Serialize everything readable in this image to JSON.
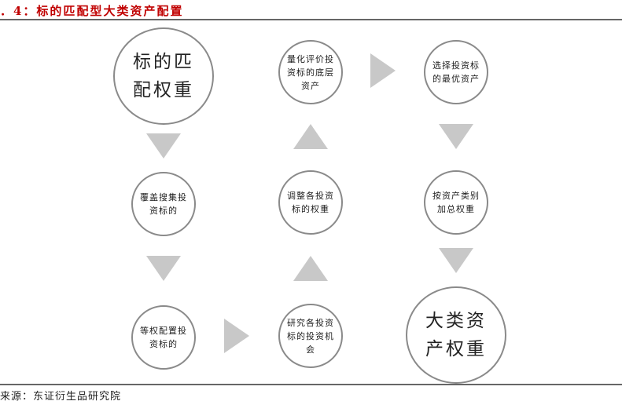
{
  "title": "．4：标的匹配型大类资产配置",
  "nodes": {
    "start": "标的匹配权重",
    "cover": "覆盖搜集投资标的",
    "equal": "等权配置投资标的",
    "research": "研究各投资标的投资机会",
    "adjust": "调整各投资标的权重",
    "evaluate": "量化评价投资标的底层资产",
    "select": "选择投资标的最优资产",
    "aggregate": "按资产类别加总权重",
    "end": "大类资产权重"
  },
  "source": "来源：东证衍生品研究院"
}
